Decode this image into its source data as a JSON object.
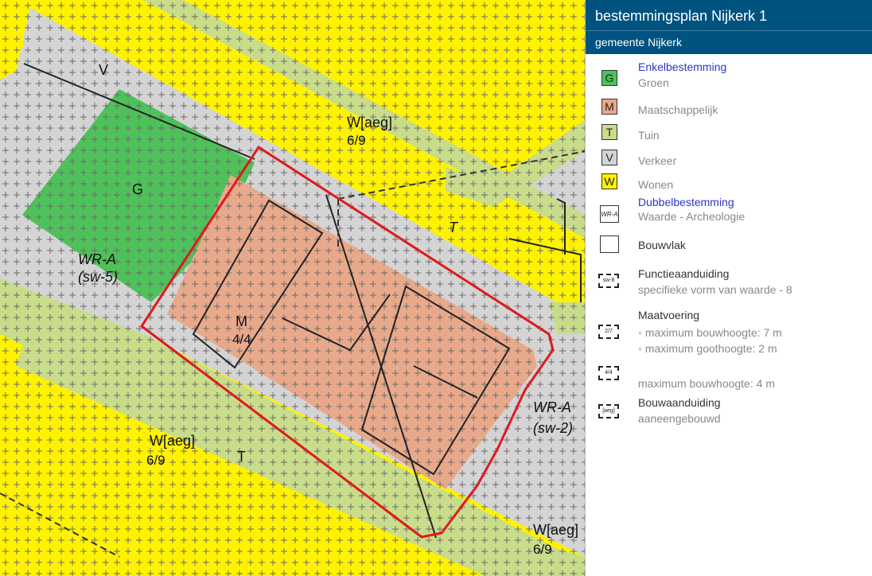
{
  "legend": {
    "title": "bestemmingsplan Nijkerk 1",
    "subtitle": "gemeente Nijkerk",
    "enkel_header": "Enkelbestemming",
    "items": [
      {
        "code": "G",
        "label": "Groen",
        "color": "#4fc15a"
      },
      {
        "code": "M",
        "label": "Maatschappelijk",
        "color": "#e8a98b"
      },
      {
        "code": "T",
        "label": "Tuin",
        "color": "#c8dc8a"
      },
      {
        "code": "V",
        "label": "Verkeer",
        "color": "#d4d4d4"
      },
      {
        "code": "W",
        "label": "Wonen",
        "color": "#fff200"
      }
    ],
    "dubbel_header": "Dubbelbestemming",
    "dubbel_code": "WR-A",
    "dubbel_label": "Waarde - Archeologie",
    "bouwvlak_label": "Bouwvlak",
    "functie_header": "Functieaanduiding",
    "functie_code": "sw-8",
    "functie_label": "specifieke vorm van waarde - 8",
    "maat_header": "Maatvoering",
    "maat_code1": "2/7",
    "maat_item1": "maximum bouwhoogte: 7 m",
    "maat_item2": "maximum goothoogte: 2 m",
    "maat_code2": "4/4",
    "maat_item3": "maximum bouwhoogte: 4 m",
    "bouw_header": "Bouwaanduiding",
    "bouw_code": "[aeg]",
    "bouw_label": "aaneengebouwd"
  },
  "map": {
    "colors": {
      "wonen": "#fff200",
      "verkeer": "#d4d4d4",
      "tuin": "#c8dc8a",
      "groen": "#4fc15a",
      "maatschappelijk": "#e8a98b",
      "plangebied": "#e0191f"
    },
    "labels": {
      "v": "V",
      "waeg_top": "W[aeg]",
      "waeg_top_nums": "6/9",
      "g": "G",
      "t_right": "T",
      "wra_left": "WR-A",
      "sw5": "(sw-5)",
      "m": "M",
      "m_nums": "4/4",
      "wra_right": "WR-A",
      "sw2": "(sw-2)",
      "waeg_bottom": "W[aeg]",
      "waeg_bottom_nums": "6/9",
      "t_bottom": "T",
      "waeg_br": "W[aeg]",
      "waeg_br_nums": "6/9"
    }
  }
}
